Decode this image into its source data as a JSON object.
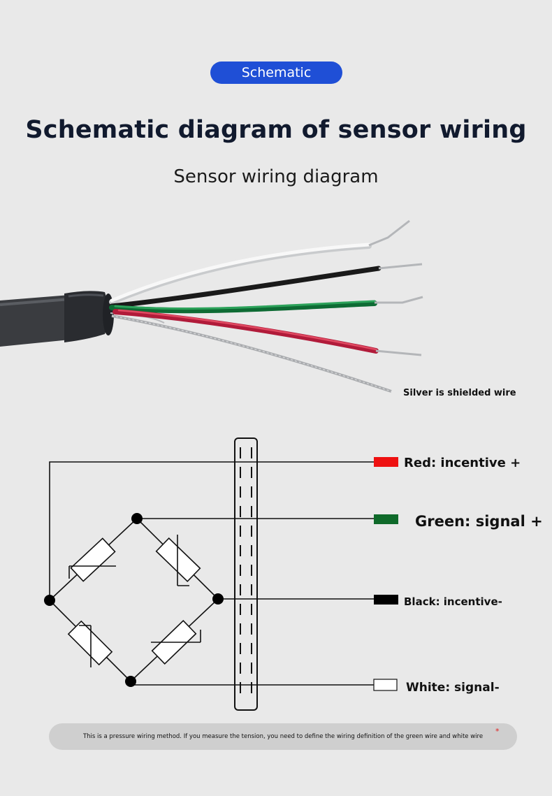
{
  "header": {
    "badge": "Schematic",
    "title": "Schematic diagram of sensor wiring",
    "subtitle": "Sensor wiring diagram"
  },
  "photo": {
    "shield_label": "Silver is shielded wire"
  },
  "wires": [
    {
      "label": "Red: incentive +",
      "color": "#ee1111"
    },
    {
      "label": "Green: signal +",
      "color": "#0f6a2a"
    },
    {
      "label": "Black: incentive-",
      "color": "#000000"
    },
    {
      "label": "White: signal-",
      "color": "#ffffff"
    }
  ],
  "footer": {
    "note": "This is a pressure wiring method. If you measure the tension, you need to define the wiring definition of the green wire and white wire",
    "mark": "*"
  }
}
